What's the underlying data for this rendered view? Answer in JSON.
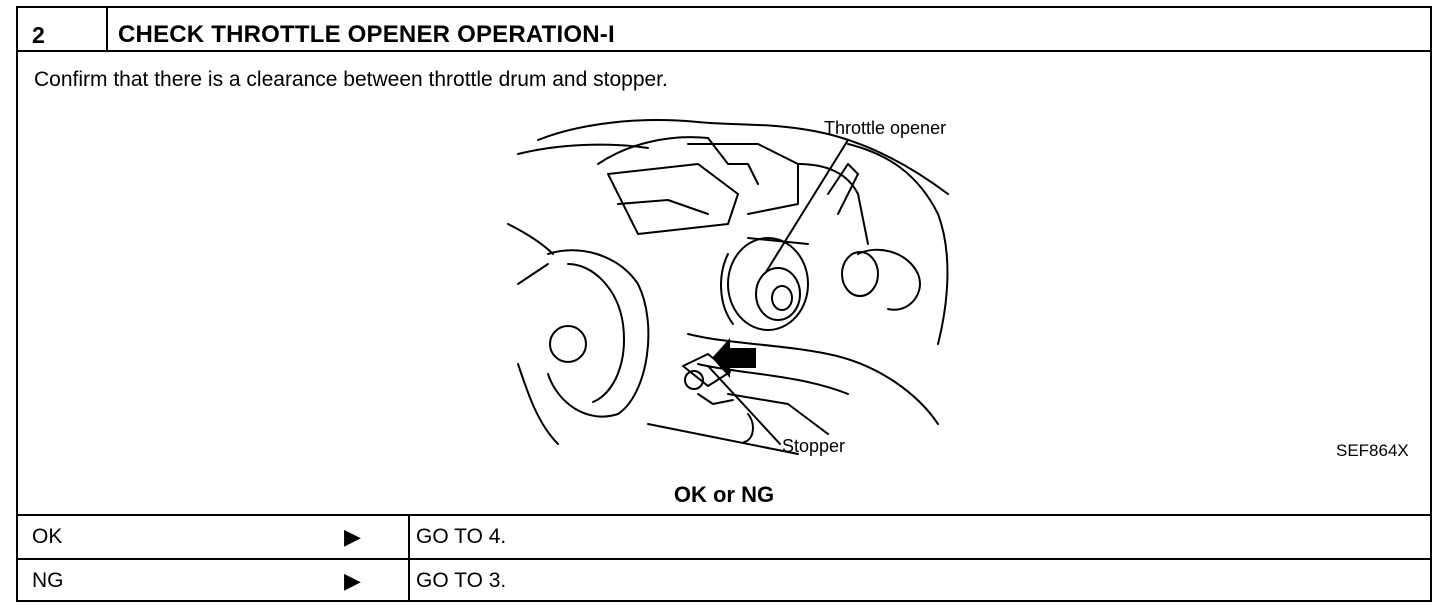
{
  "header": {
    "step_number": "2",
    "title": "CHECK THROTTLE OPENER OPERATION-I"
  },
  "body": {
    "instruction": "Confirm that there is a clearance between throttle drum and stopper.",
    "figure": {
      "callout_top": "Throttle opener",
      "callout_bottom": "Stopper",
      "figure_code": "SEF864X"
    },
    "result_question": "OK or NG"
  },
  "results": [
    {
      "label": "OK",
      "arrow": "▶",
      "action": "GO TO 4."
    },
    {
      "label": "NG",
      "arrow": "▶",
      "action": "GO TO 3."
    }
  ]
}
